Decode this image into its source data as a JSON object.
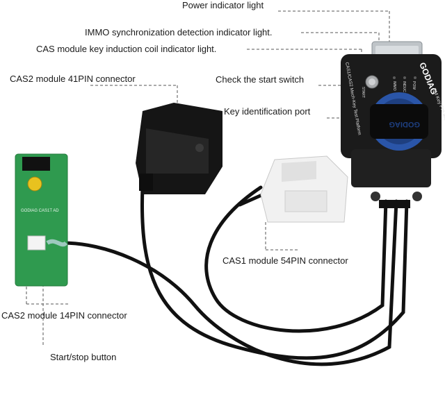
{
  "labels": {
    "power_indicator": "Power indicator light",
    "immo_sync": "IMMO synchronization detection indicator light.",
    "cas_coil": "CAS module key induction coil indicator light.",
    "cas2_41pin": "CAS2 module 41PIN connector",
    "check_start": "Check the start switch",
    "key_id_port": "Key identification port",
    "cas1_54pin": "CAS1 module 54PIN connector",
    "cas2_14pin": "CAS2 module 14PIN connector",
    "start_stop": "Start/stop button"
  },
  "device": {
    "brand": "GODIAG",
    "model_text": "BM Key Pro adp",
    "side_text": "CAS1/CAS2 Mech-Key Test Platform",
    "led_labels": [
      "POW",
      "INDUC",
      "IMMO"
    ],
    "switch_label": "START",
    "pcb_text": "GODIAG CAS1T AD"
  },
  "colors": {
    "device_body": "#1b1b1b",
    "accent_blue": "#2a55a8",
    "pcb_green": "#2f9a4f",
    "leader_line": "#555555"
  }
}
